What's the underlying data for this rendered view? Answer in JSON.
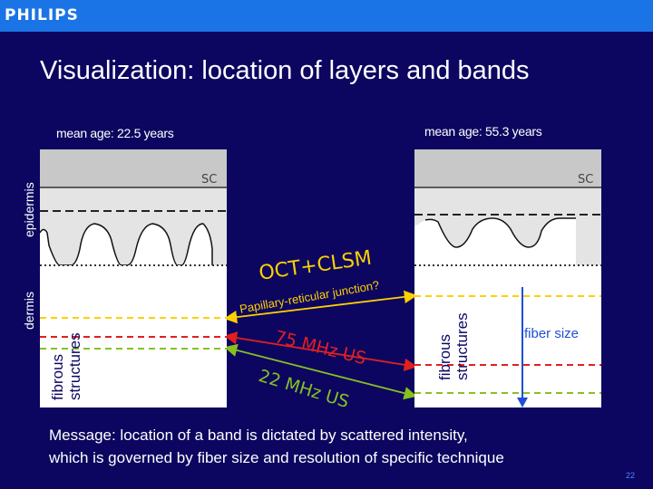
{
  "header": {
    "brand": "PHILIPS",
    "title": "Visualization: location of layers and bands"
  },
  "left_panel": {
    "age_label": "mean age: 22.5 years",
    "sc_label": "SC",
    "fibrous_label": "fibrous structures"
  },
  "right_panel": {
    "age_label": "mean age: 55.3 years",
    "sc_label": "SC",
    "fibrous_label": "fibrous structures",
    "fiber_size_label": "fiber size"
  },
  "side_labels": {
    "epidermis": "epidermis",
    "dermis": "dermis"
  },
  "techniques": {
    "oct": "OCT+CLSM",
    "junction": "Papillary-reticular junction?",
    "us75": "75 MHz US",
    "us22": "22 MHz US"
  },
  "colors": {
    "background": "#0c0660",
    "bar": "#1b74e6",
    "oct": "#ffd000",
    "us75": "#e02020",
    "us22": "#88c020",
    "fiber_arrow": "#1f4fd8"
  },
  "message": {
    "line1": "Message: location of a band is dictated by scattered intensity,",
    "line2": "which is governed by fiber size and resolution of specific technique"
  },
  "page_number": "22"
}
